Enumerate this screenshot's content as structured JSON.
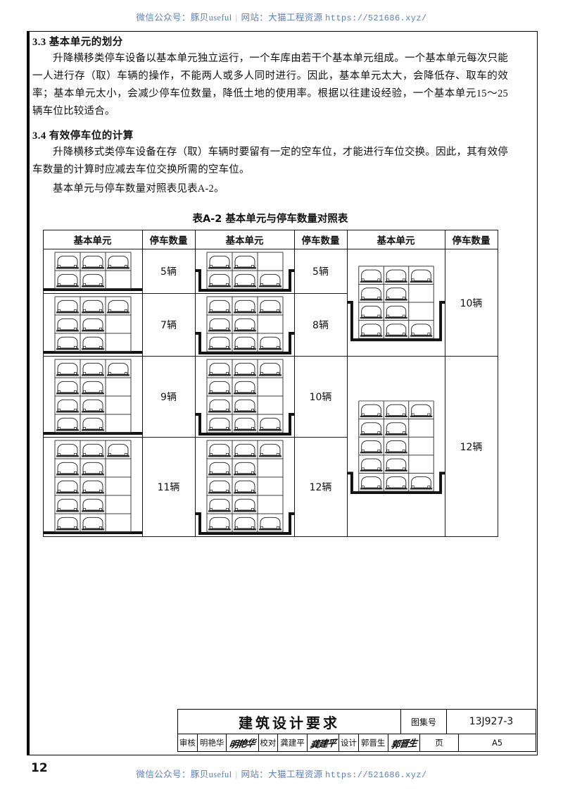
{
  "watermark": {
    "prefix": "微信公众号：豚贝useful",
    "separator": "|",
    "site": "网站：大猫工程资源",
    "url": "https://521686.xyz/"
  },
  "sections": [
    {
      "number": "3.3",
      "heading": "基本单元的划分",
      "paragraphs": [
        "升降横移类停车设备以基本单元独立运行，一个车库由若干个基本单元组成。一个基本单元每次只能一人进行存（取）车辆的操作，不能两人或多人同时进行。因此，基本单元太大，会降低存、取车的效率；基本单元太小，会减少停车位数量，降低土地的使用率。根据以往建设经验，一个基本单元15～25辆车位比较适合。"
      ]
    },
    {
      "number": "3.4",
      "heading": "有效停车位的计算",
      "paragraphs": [
        "升降横移式类停车设备在存（取）车辆时要留有一定的空车位，才能进行车位交换。因此，其有效停车数量的计算时应减去车位交换所需的空车位。",
        "基本单元与停车数量对照表见表A-2。"
      ]
    }
  ],
  "table": {
    "caption": "表A-2 基本单元与停车数量对照表",
    "headers": [
      "基本单元",
      "停车数量",
      "基本单元",
      "停车数量",
      "基本单元",
      "停车数量"
    ],
    "rows": [
      {
        "col1": {
          "rows": [
            3,
            2
          ],
          "pit": 0,
          "count": "5辆"
        },
        "col2": {
          "rows": [
            2,
            3
          ],
          "pit": 1,
          "count": "5辆"
        },
        "col3": {
          "rows": [
            3,
            2,
            2,
            3
          ],
          "pit": 2,
          "count": "10辆",
          "span": 2
        }
      },
      {
        "col1": {
          "rows": [
            3,
            2,
            2
          ],
          "pit": 0,
          "count": "7辆"
        },
        "col2": {
          "rows": [
            3,
            2,
            3
          ],
          "pit": 1,
          "count": "8辆"
        }
      },
      {
        "col1": {
          "rows": [
            3,
            2,
            2,
            2
          ],
          "pit": 0,
          "count": "9辆"
        },
        "col2": {
          "rows": [
            3,
            2,
            2,
            3
          ],
          "pit": 1,
          "count": "10辆"
        },
        "col3": {
          "rows": [
            3,
            2,
            2,
            2,
            3
          ],
          "pit": 1,
          "count": "12辆",
          "span": 2
        }
      },
      {
        "col1": {
          "rows": [
            3,
            2,
            2,
            2,
            2
          ],
          "pit": 0,
          "count": "11辆"
        },
        "col2": {
          "rows": [
            3,
            2,
            2,
            2,
            3
          ],
          "pit": 1,
          "count": "12辆"
        }
      }
    ]
  },
  "titleblock": {
    "title": "建筑设计要求",
    "atlas_label": "图集号",
    "atlas_value": "13J927-3",
    "review_label": "审核",
    "review_name": "明艳华",
    "review_sig": "明艳华",
    "check_label": "校对",
    "check_name": "龚建平",
    "check_sig": "龚建平",
    "design_label": "设计",
    "design_name": "郭晋生",
    "design_sig": "郭晋生",
    "page_label": "页",
    "page_value": "A5"
  },
  "page_number": "12"
}
